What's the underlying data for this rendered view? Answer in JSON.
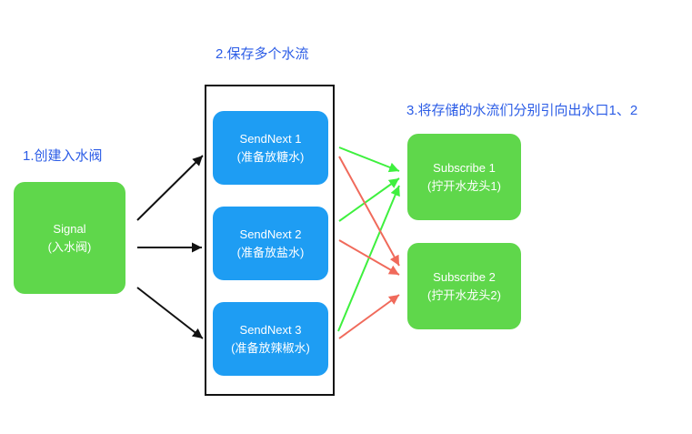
{
  "steps": {
    "step1": "1.创建入水阀",
    "step2": "2.保存多个水流",
    "step3": "3.将存储的水流们分别引向出水口1、2"
  },
  "signal": {
    "title": "Signal",
    "subtitle": "(入水阀)"
  },
  "send_next": [
    {
      "title": "SendNext 1",
      "subtitle": "(准备放糖水)"
    },
    {
      "title": "SendNext 2",
      "subtitle": "(准备放盐水)"
    },
    {
      "title": "SendNext 3",
      "subtitle": "(准备放辣椒水)"
    }
  ],
  "subscribers": [
    {
      "title": "Subscribe 1",
      "subtitle": "(拧开水龙头1)"
    },
    {
      "title": "Subscribe 2",
      "subtitle": "(拧开水龙头2)"
    }
  ],
  "colors": {
    "label_blue": "#2b5ce6",
    "node_green": "#5fd74b",
    "node_blue": "#1e9df3",
    "frame": "#111111",
    "arrow_black": "#111111",
    "arrow_green": "#3ef03e",
    "arrow_red": "#f06a5b"
  }
}
